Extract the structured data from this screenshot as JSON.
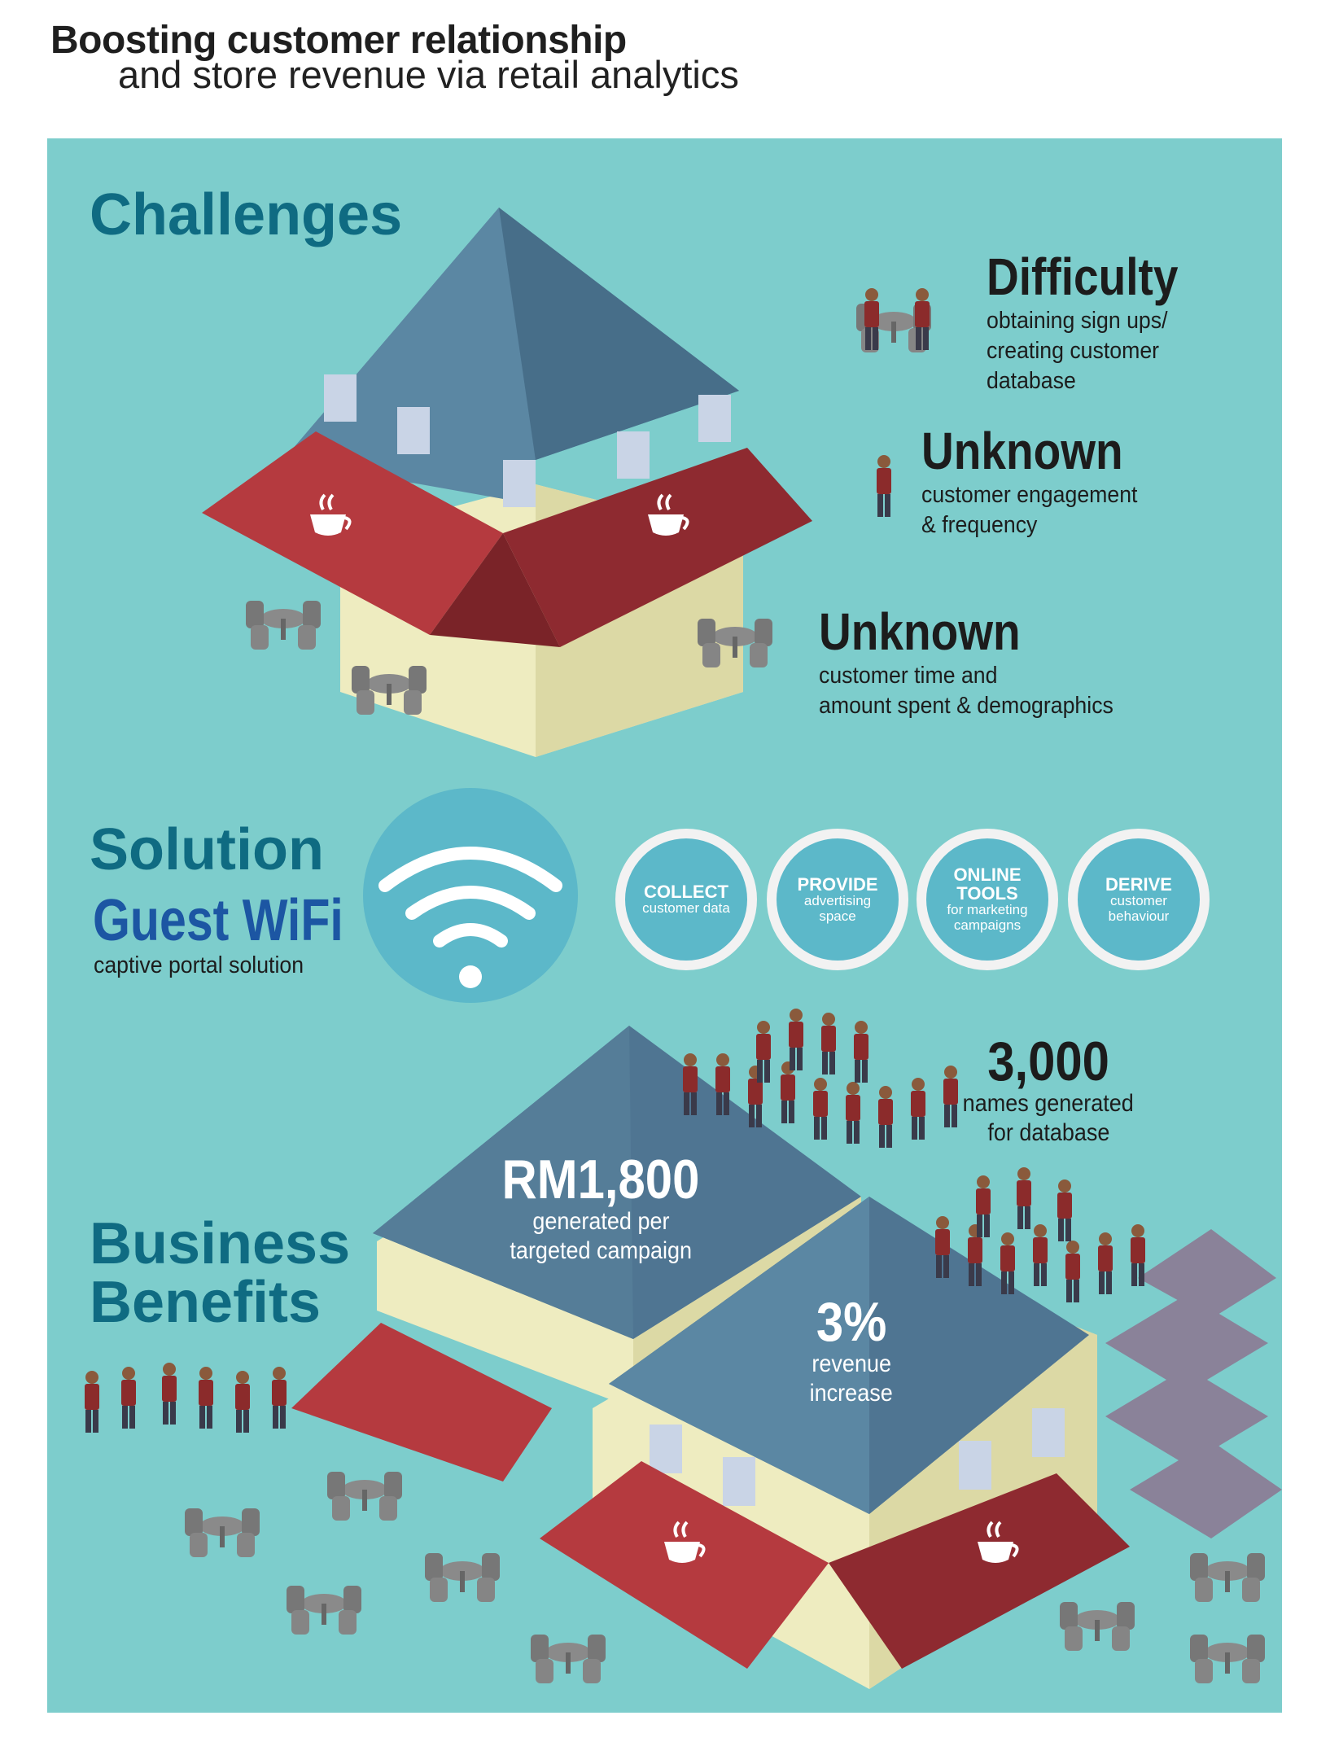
{
  "header": {
    "title": "Boosting customer relationship",
    "subtitle": "and store revenue via retail analytics"
  },
  "challenges": {
    "heading": "Challenges",
    "items": [
      {
        "title": "Difficulty",
        "lines": [
          "obtaining sign ups/",
          "creating customer",
          "database"
        ]
      },
      {
        "title": "Unknown",
        "lines": [
          "customer engagement",
          "& frequency"
        ]
      },
      {
        "title": "Unknown",
        "lines": [
          "customer time and",
          "amount spent & demographics"
        ]
      }
    ]
  },
  "solution": {
    "heading": "Solution",
    "product": "Guest WiFi",
    "product_sub": "captive portal solution",
    "features": [
      {
        "title": "COLLECT",
        "sub": "customer data"
      },
      {
        "title": "PROVIDE",
        "sub": "advertising space"
      },
      {
        "title": "ONLINE TOOLS",
        "sub": "for marketing campaigns"
      },
      {
        "title": "DERIVE",
        "sub": "customer behaviour"
      }
    ]
  },
  "benefits": {
    "heading_line1": "Business",
    "heading_line2": "Benefits",
    "stats": [
      {
        "value": "3,000",
        "label1": "names generated",
        "label2": "for database"
      },
      {
        "value": "RM1,800",
        "label1": "generated per",
        "label2": "targeted campaign"
      },
      {
        "value": "3%",
        "label1": "revenue",
        "label2": "increase"
      }
    ]
  },
  "icons": [
    "coffee-cup-icon",
    "wifi-icon",
    "person-icon",
    "table-chair-icon",
    "umbrella-icon"
  ],
  "colors": {
    "panel": "#7dcdcc",
    "heading": "#0f6b82",
    "wifi_title": "#1c56a3",
    "roof": "#4f7f99",
    "awning": "#b53a3f",
    "wall": "#eeecc0",
    "circle": "#5cb8c9"
  }
}
